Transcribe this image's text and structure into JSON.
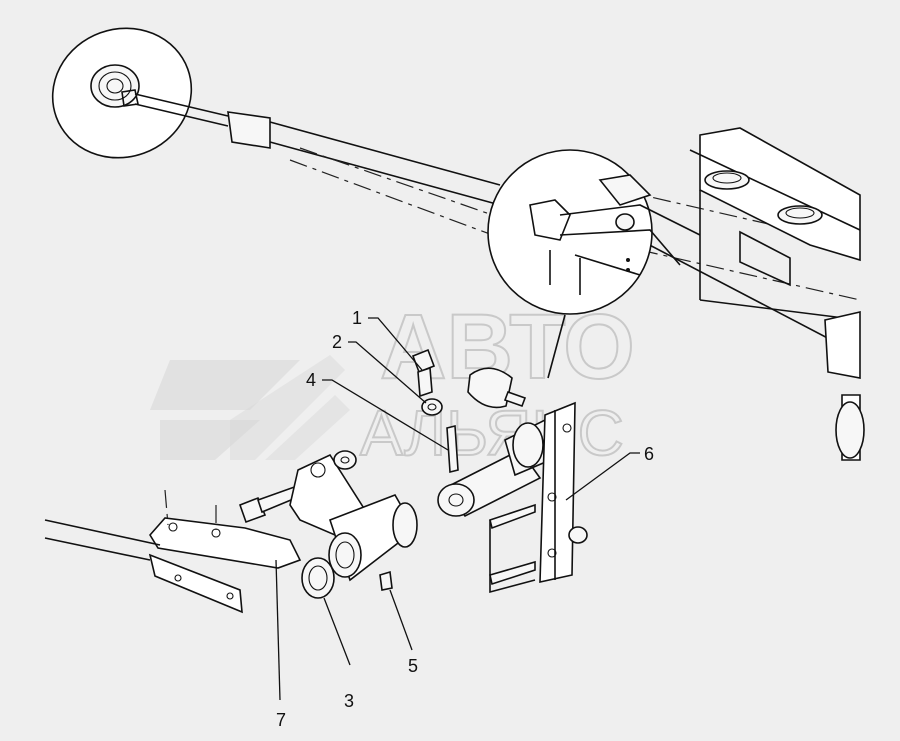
{
  "watermark": {
    "line1": "АВТО",
    "line2": "АЛЬЯНС"
  },
  "callouts": [
    {
      "id": "callout-1",
      "label": "1"
    },
    {
      "id": "callout-2",
      "label": "2"
    },
    {
      "id": "callout-3",
      "label": "3"
    },
    {
      "id": "callout-4",
      "label": "4"
    },
    {
      "id": "callout-5",
      "label": "5"
    },
    {
      "id": "callout-6",
      "label": "6"
    },
    {
      "id": "callout-7",
      "label": "7"
    }
  ]
}
